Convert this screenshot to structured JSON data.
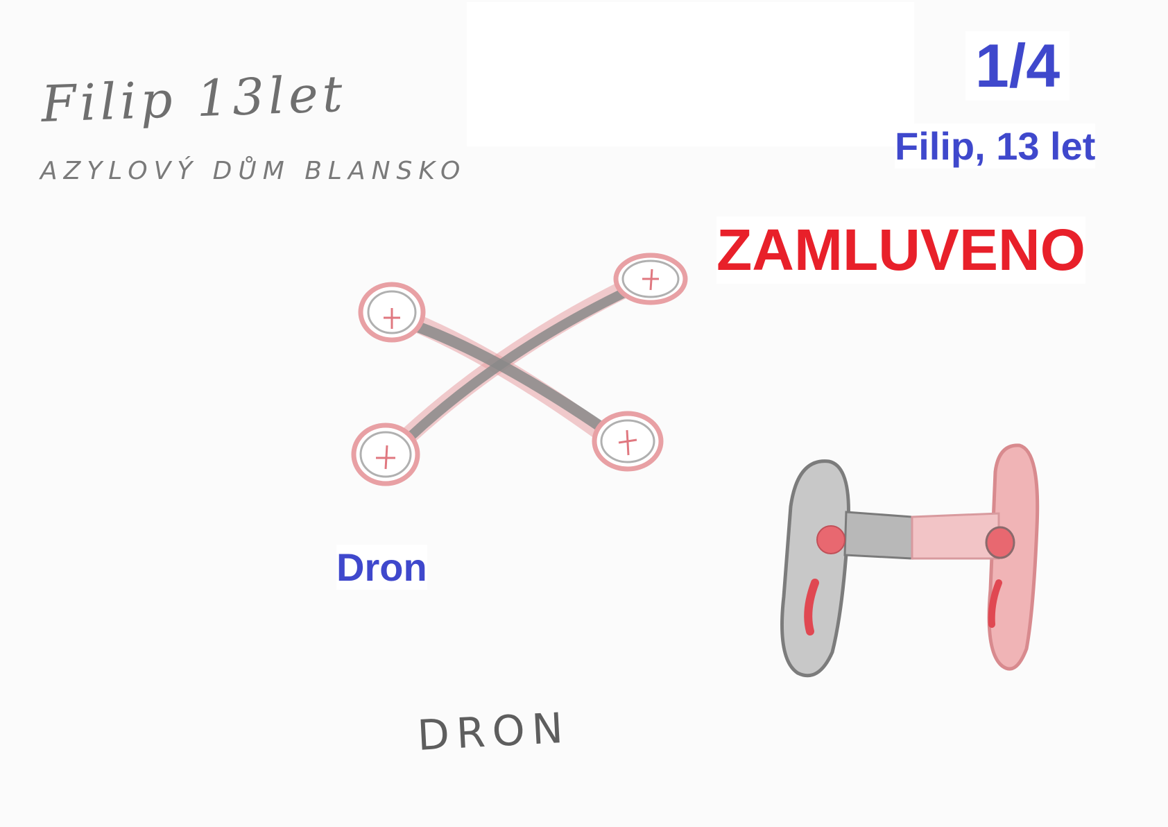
{
  "handwriting": {
    "name_age": "Filip 13let",
    "place": "AZYLOVÝ DŮM BLANSKO",
    "caption": "DRON"
  },
  "overlay": {
    "counter": "1/4",
    "author": "Filip, 13 let",
    "status": "ZAMLUVENO",
    "title": "Dron"
  },
  "colors": {
    "blue_text": "#3f48cc",
    "red_text": "#e8202a",
    "pencil_red": "#e8a0a4",
    "pencil_gray": "#8a8a8a"
  }
}
